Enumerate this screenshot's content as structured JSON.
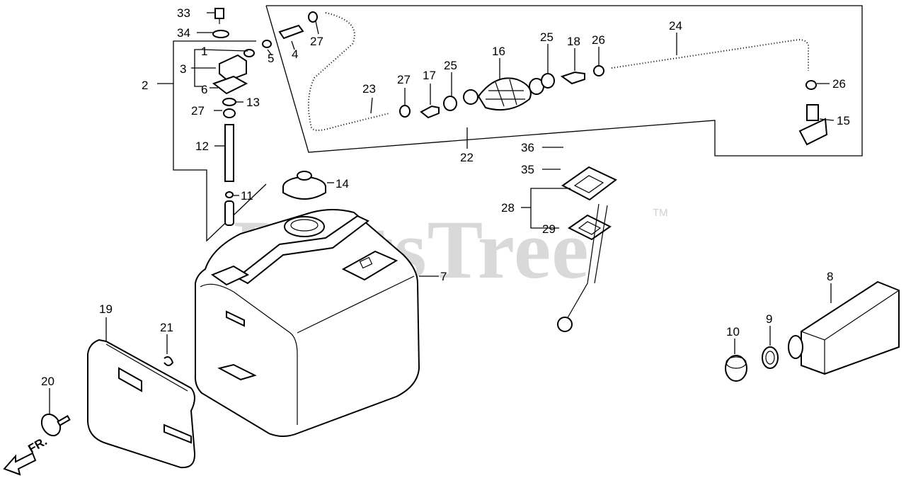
{
  "watermark": {
    "text": "PartsTree",
    "trademark": "TM"
  },
  "direction_label": "FR.",
  "callouts": {
    "c1": "1",
    "c2": "2",
    "c3": "3",
    "c4": "4",
    "c5": "5",
    "c6": "6",
    "c7": "7",
    "c8": "8",
    "c9": "9",
    "c10": "10",
    "c11": "11",
    "c12": "12",
    "c13": "13",
    "c14": "14",
    "c15": "15",
    "c16": "16",
    "c17": "17",
    "c18": "18",
    "c19": "19",
    "c20": "20",
    "c21": "21",
    "c22": "22",
    "c23": "23",
    "c24": "24",
    "c25a": "25",
    "c25b": "25",
    "c26a": "26",
    "c26b": "26",
    "c27a": "27",
    "c27b": "27",
    "c27c": "27",
    "c28": "28",
    "c29": "29",
    "c33": "33",
    "c34": "34",
    "c35": "35",
    "c36": "36"
  }
}
